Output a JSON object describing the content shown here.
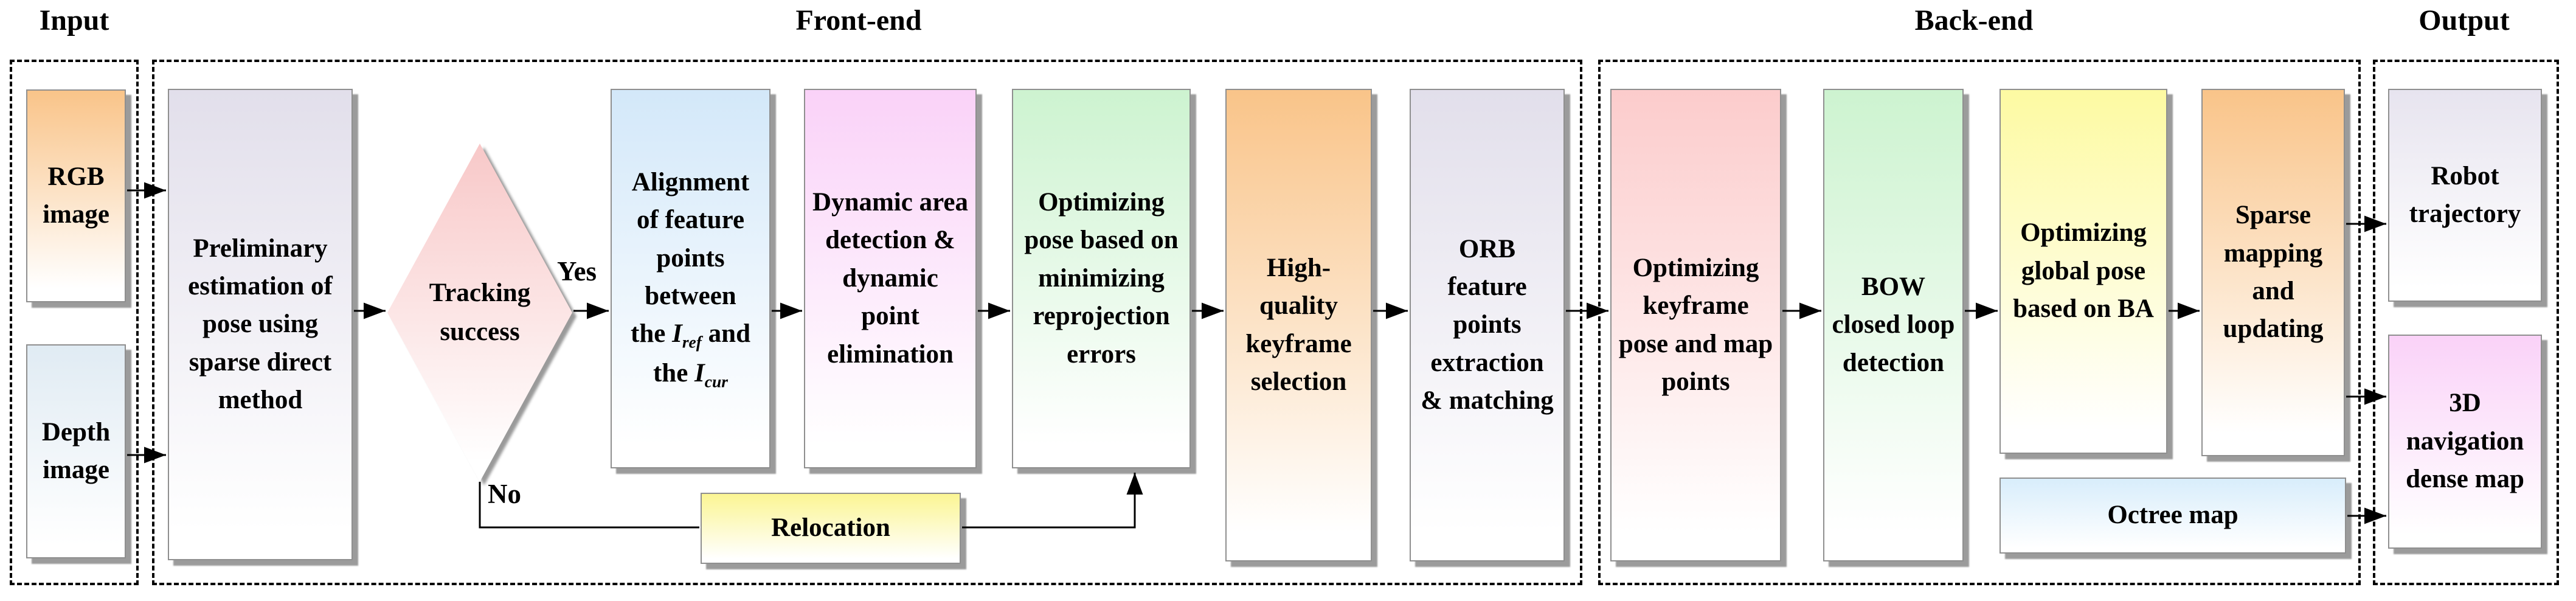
{
  "diagram": {
    "sections": {
      "input": "Input",
      "frontend": "Front-end",
      "backend": "Back-end",
      "output": "Output"
    },
    "labels": {
      "yes": "Yes",
      "no": "No"
    },
    "nodes": {
      "rgb": {
        "label": "RGB image",
        "color": "#f9c489"
      },
      "depth": {
        "label": "Depth image",
        "color": "#e0ebf3"
      },
      "preliminary": {
        "label": "Preliminary estimation of pose using sparse direct method",
        "color": "#e2dfeb"
      },
      "tracking": {
        "label": "Tracking success",
        "color": "#f8c8c8"
      },
      "alignment": {
        "color": "#d3e8f9",
        "line1": "Alignment of feature points between",
        "ref_pre": "the ",
        "ref_sym": "I",
        "ref_sub": "ref",
        "ref_post": " and",
        "cur_pre": "the ",
        "cur_sym": "I",
        "cur_sub": "cur"
      },
      "dynamic": {
        "label": "Dynamic area detection & dynamic point elimination",
        "color": "#fad2f8"
      },
      "opt_pose": {
        "label": "Optimizing pose based on minimizing reprojection errors",
        "color": "#cdf3d0"
      },
      "high_quality": {
        "label": "High-quality keyframe selection",
        "color": "#f9c489"
      },
      "orb": {
        "label": "ORB feature points extraction & matching",
        "color": "#e2dfeb"
      },
      "relocation": {
        "label": "Relocation",
        "color": "#fbf593"
      },
      "opt_keyframe": {
        "label": "Optimizing keyframe pose and map points",
        "color": "#fccccc"
      },
      "bow": {
        "label": "BOW closed loop detection",
        "color": "#cdf3d0"
      },
      "ba": {
        "label": "Optimizing global pose based on BA",
        "color": "#fdfaa2"
      },
      "sparse": {
        "label": "Sparse mapping and updating",
        "color": "#f9c489"
      },
      "octree": {
        "label": "Octree map",
        "color": "#d8edfb"
      },
      "robot": {
        "label": "Robot trajectory",
        "color": "#e7e4ef"
      },
      "nav3d": {
        "label": "3D navigation dense map",
        "color": "#fad2f8"
      }
    }
  }
}
